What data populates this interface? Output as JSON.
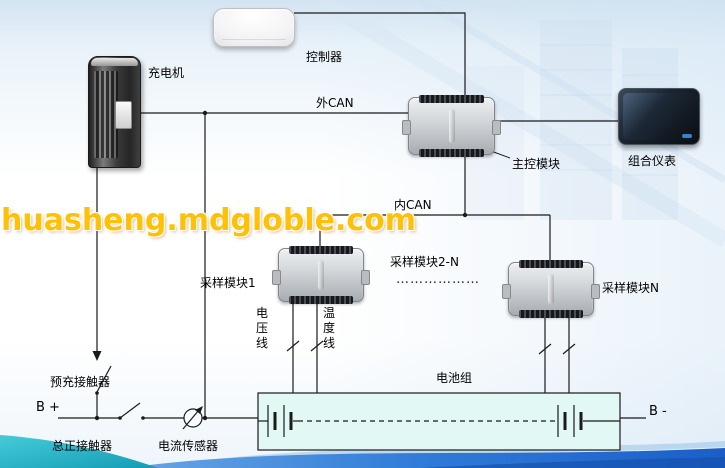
{
  "watermark": {
    "text": "huasheng.mdgloble.com",
    "color": "#ffc107"
  },
  "labels": {
    "controller": "控制器",
    "charger": "充电机",
    "external_can": "外CAN",
    "main_module": "主控模块",
    "instrument_cluster": "组合仪表",
    "internal_can": "内CAN",
    "sampling_module_1": "采样模块1",
    "sampling_module_2n": "采样模块2-N",
    "sampling_ellipsis": "………………",
    "sampling_module_n": "采样模块N",
    "voltage_line": "电压线",
    "temperature_line": "温度线",
    "battery_pack": "电池组",
    "b_plus": "B +",
    "b_minus": "B -",
    "precharge_contactor": "预充接触器",
    "main_positive_contactor": "总正接触器",
    "current_sensor": "电流传感器"
  },
  "colors": {
    "wire": "#1a1a1a",
    "battery_fill": "#e1f8f4",
    "wave_teal": "#22b2c6",
    "wave_blue": "#2f7bd8",
    "watermark_yellow": "#ffc107"
  }
}
